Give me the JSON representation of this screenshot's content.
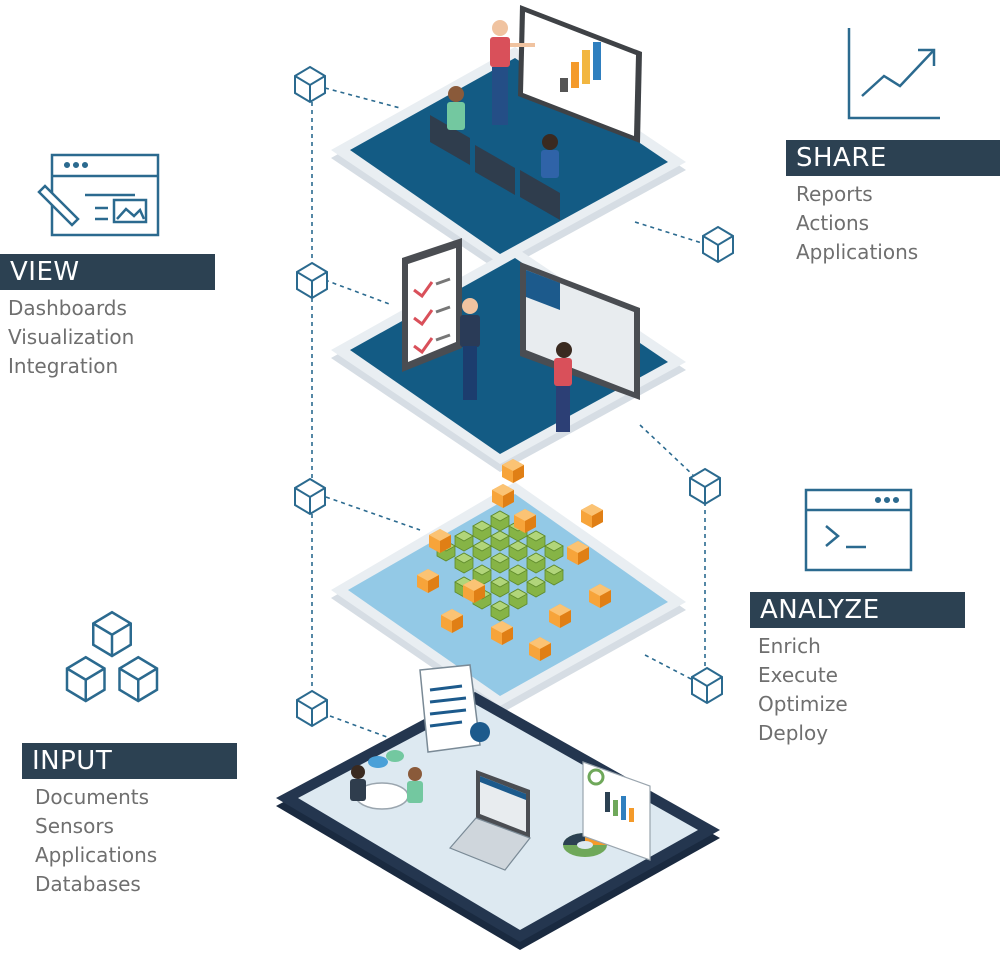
{
  "sections": {
    "view": {
      "title": "VIEW",
      "items": [
        "Dashboards",
        "Visualization",
        "Integration"
      ]
    },
    "share": {
      "title": "SHARE",
      "items": [
        "Reports",
        "Actions",
        "Applications"
      ]
    },
    "analyze": {
      "title": "ANALYZE",
      "items": [
        "Enrich",
        "Execute",
        "Optimize",
        "Deploy"
      ]
    },
    "input": {
      "title": "INPUT",
      "items": [
        "Documents",
        "Sensors",
        "Applications",
        "Databases"
      ]
    }
  },
  "colors": {
    "banner": "#2c4152",
    "label_text": "#6f6f6f",
    "icon_stroke": "#2b6a8f",
    "platform_dark": "#135b84",
    "platform_light": "#93c9e6",
    "platform_base": "#24364f",
    "cube_orange": "#f49a2a",
    "cube_green": "#8dbb4a"
  },
  "icons": [
    "view-window-icon",
    "share-growth-chart-icon",
    "analyze-terminal-icon",
    "input-cubes-icon",
    "connector-cube-icon"
  ]
}
